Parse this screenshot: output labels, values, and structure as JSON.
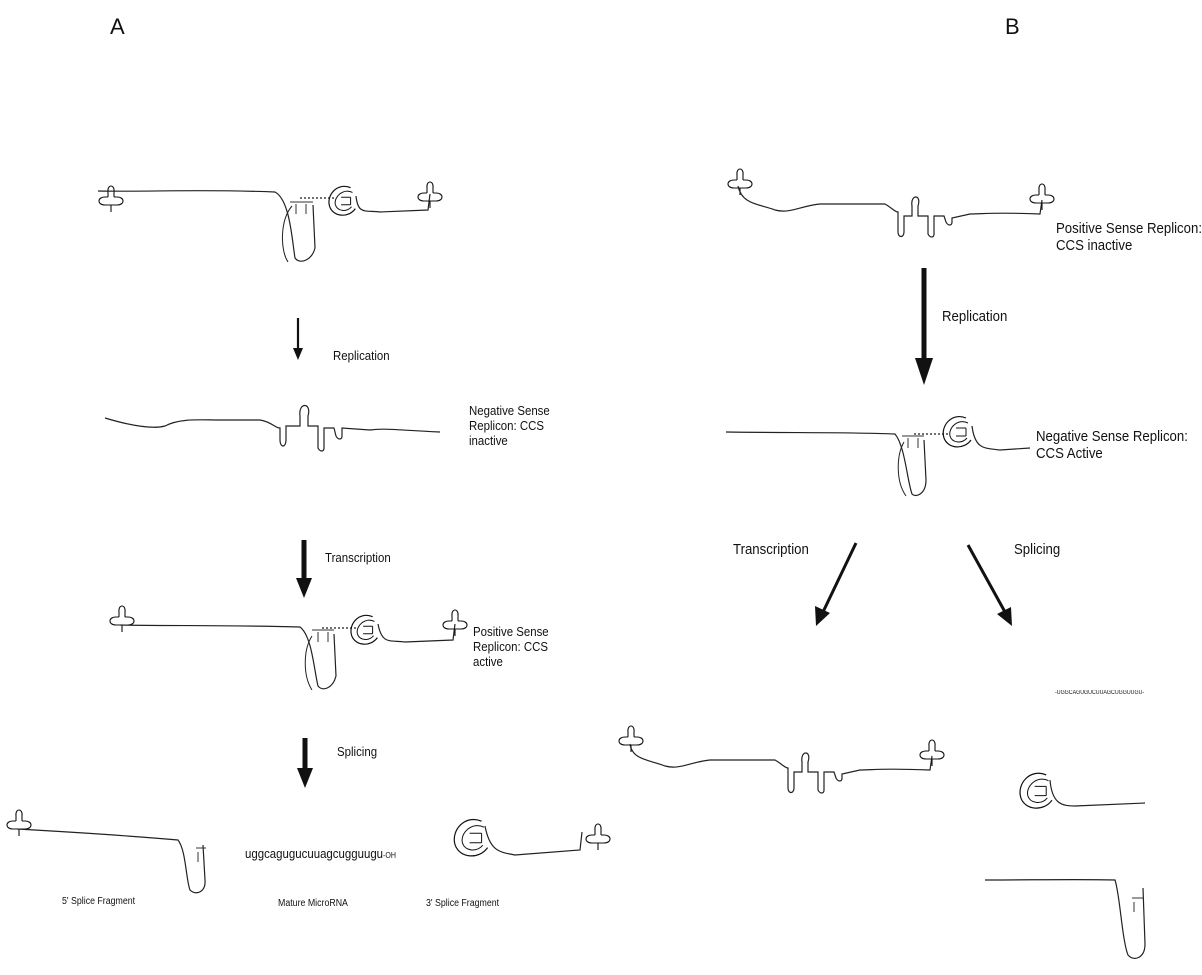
{
  "panels": {
    "a_label": "A",
    "b_label": "B"
  },
  "panel_a": {
    "step1_label": "Replication",
    "neg_line1": "Negative Sense",
    "neg_line2": "Replicon: CCS",
    "neg_line3": "inactive",
    "step2_label": "Transcription",
    "pos_line1": "Positive Sense",
    "pos_line2": "Replicon: CCS",
    "pos_line3": "active",
    "step3_label": "Splicing",
    "mirna_seq": "uggcagugucuuagcugguugu",
    "mirna_oh": "-OH",
    "frag5_label": "5' Splice Fragment",
    "mature_label": "Mature MicroRNA",
    "frag3_label": "3' Splice Fragment"
  },
  "panel_b": {
    "pos_line1": "Positive Sense Replicon:",
    "pos_line2": "CCS inactive",
    "step1_label": "Replication",
    "neg_line1": "Negative Sense Replicon:",
    "neg_line2": "CCS Active",
    "transcription_label": "Transcription",
    "splicing_label": "Splicing",
    "mirna_small": "-UGGCAGUGUCUUAGCUGGUUGU-"
  }
}
